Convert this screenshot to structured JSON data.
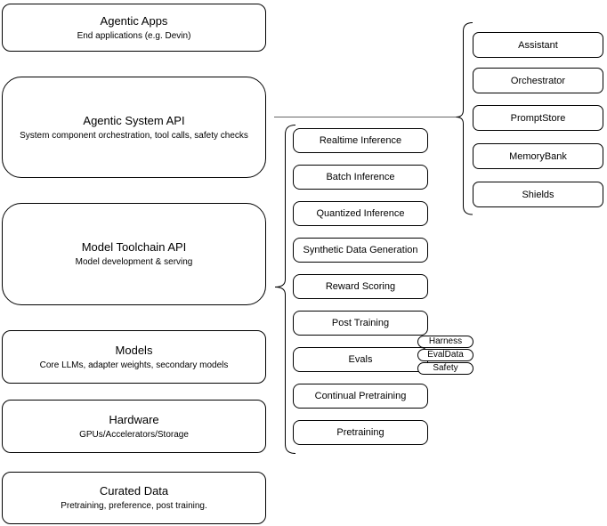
{
  "diagram": {
    "stack": [
      {
        "title": "Agentic Apps",
        "subtitle": "End applications (e.g. Devin)"
      },
      {
        "title": "Agentic System API",
        "subtitle": "System component orchestration, tool calls, safety checks"
      },
      {
        "title": "Model Toolchain API",
        "subtitle": "Model development & serving"
      },
      {
        "title": "Models",
        "subtitle": "Core LLMs, adapter weights, secondary models"
      },
      {
        "title": "Hardware",
        "subtitle": "GPUs/Accelerators/Storage"
      },
      {
        "title": "Curated Data",
        "subtitle": "Pretraining, preference, post training."
      }
    ],
    "toolchain_items": [
      "Realtime Inference",
      "Batch Inference",
      "Quantized Inference",
      "Synthetic Data Generation",
      "Reward Scoring",
      "Post Training",
      "Evals",
      "Continual Pretraining",
      "Pretraining"
    ],
    "eval_tags": [
      "Harness",
      "EvalData",
      "Safety"
    ],
    "system_components": [
      "Assistant",
      "Orchestrator",
      "PromptStore",
      "MemoryBank",
      "Shields"
    ],
    "colors": {
      "node_border": "#000000",
      "node_fill": "#ffffff",
      "text": "#000000",
      "connector": "#666666"
    }
  }
}
